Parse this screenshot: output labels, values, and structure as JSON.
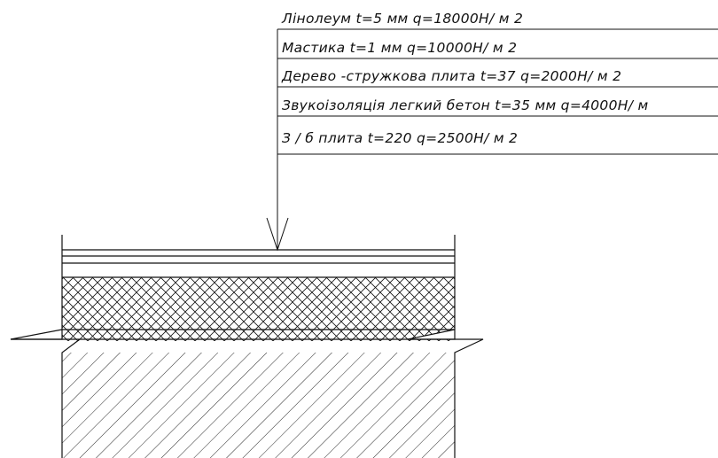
{
  "layers": [
    {
      "label": "Лінолеум  t=5 мм  q=18000Н/ м 2"
    },
    {
      "label": "Мастика t=1 мм  q=10000Н/ м 2"
    },
    {
      "label": "Дерево -стружкова плита t=37 q=2000Н/ м 2"
    },
    {
      "label": "Звукоізоляція легкий бетон  t=35 мм q=4000Н/ м"
    },
    {
      "label": "З / б плита  t=220 q=2500Н/ м 2"
    }
  ],
  "colors": {
    "line": "#111111",
    "background": "#ffffff"
  }
}
